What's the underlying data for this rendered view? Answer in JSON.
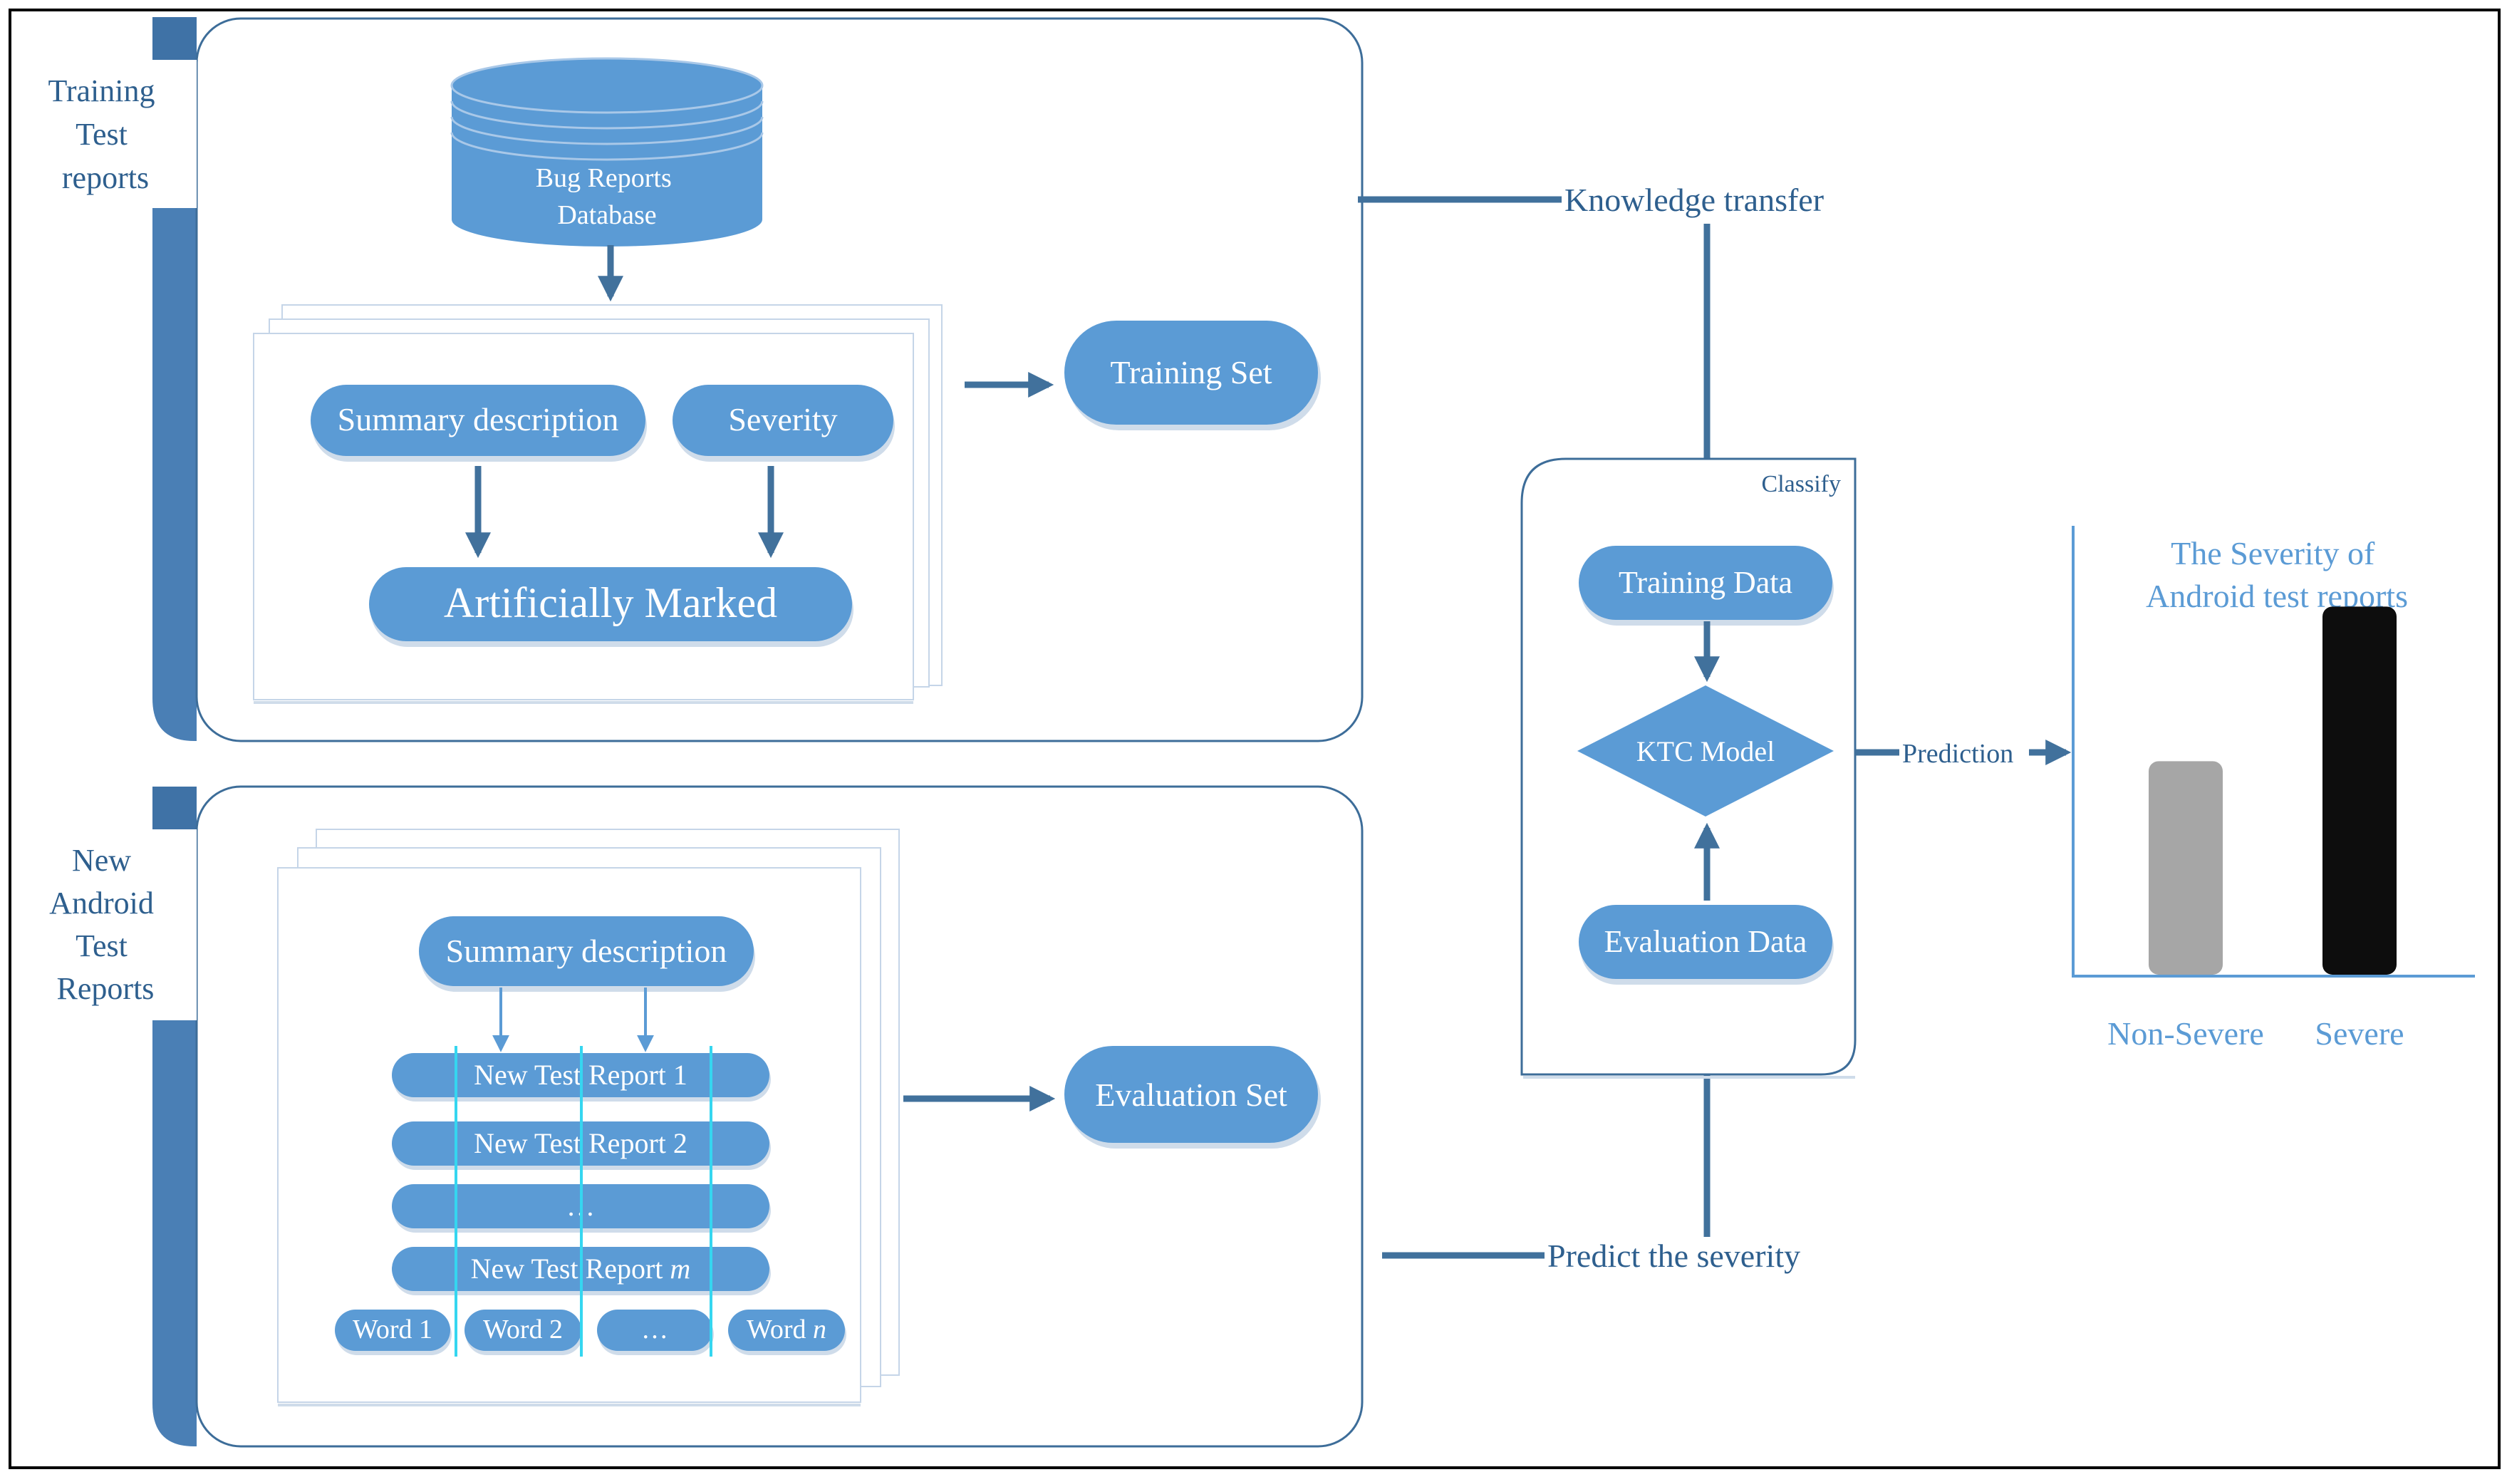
{
  "colors": {
    "pill": "#5b9bd5",
    "pill_shadow": "#cfdcea",
    "bracket": "#4a7fb5",
    "frame_stroke": "#3d6d99",
    "arrow": "#41719c",
    "label": "#2e5f8e",
    "grid_line": "#35d6f0",
    "bar_non_severe": "#a6a6a6",
    "bar_severe": "#0d0d0d"
  },
  "training_panel": {
    "side_label": [
      "Training",
      "Test",
      "reports"
    ],
    "database_label": [
      "Bug Reports",
      "Database"
    ],
    "summary_label": "Summary description",
    "severity_label": "Severity",
    "marked_label": "Artificially Marked",
    "set_label": "Training Set"
  },
  "evaluation_panel": {
    "side_label": [
      "New",
      "Android",
      "Test",
      "Reports"
    ],
    "summary_label": "Summary description",
    "reports": [
      {
        "text": "New Test Report 1",
        "suffix": ""
      },
      {
        "text": "New Test Report 2",
        "suffix": ""
      },
      {
        "text": "…",
        "suffix": ""
      },
      {
        "text": "New Test Report ",
        "suffix": "m"
      }
    ],
    "words": [
      {
        "text": "Word 1",
        "suffix": ""
      },
      {
        "text": "Word 2",
        "suffix": ""
      },
      {
        "text": "…",
        "suffix": ""
      },
      {
        "text": "Word ",
        "suffix": "n"
      }
    ],
    "set_label": "Evaluation Set"
  },
  "flow": {
    "knowledge_transfer": "Knowledge transfer",
    "predict_severity": "Predict the severity",
    "prediction": "Prediction"
  },
  "classify_panel": {
    "title": "Classify",
    "training_data": "Training Data",
    "model": "KTC Model",
    "evaluation_data": "Evaluation Data"
  },
  "chart_data": {
    "type": "bar",
    "title": [
      "The Severity of",
      "Android test reports"
    ],
    "categories": [
      "Non-Severe",
      "Severe"
    ],
    "values": [
      0.58,
      1.0
    ],
    "ylim": [
      0,
      1.2
    ],
    "grid": false,
    "xlabel": "",
    "ylabel": ""
  }
}
